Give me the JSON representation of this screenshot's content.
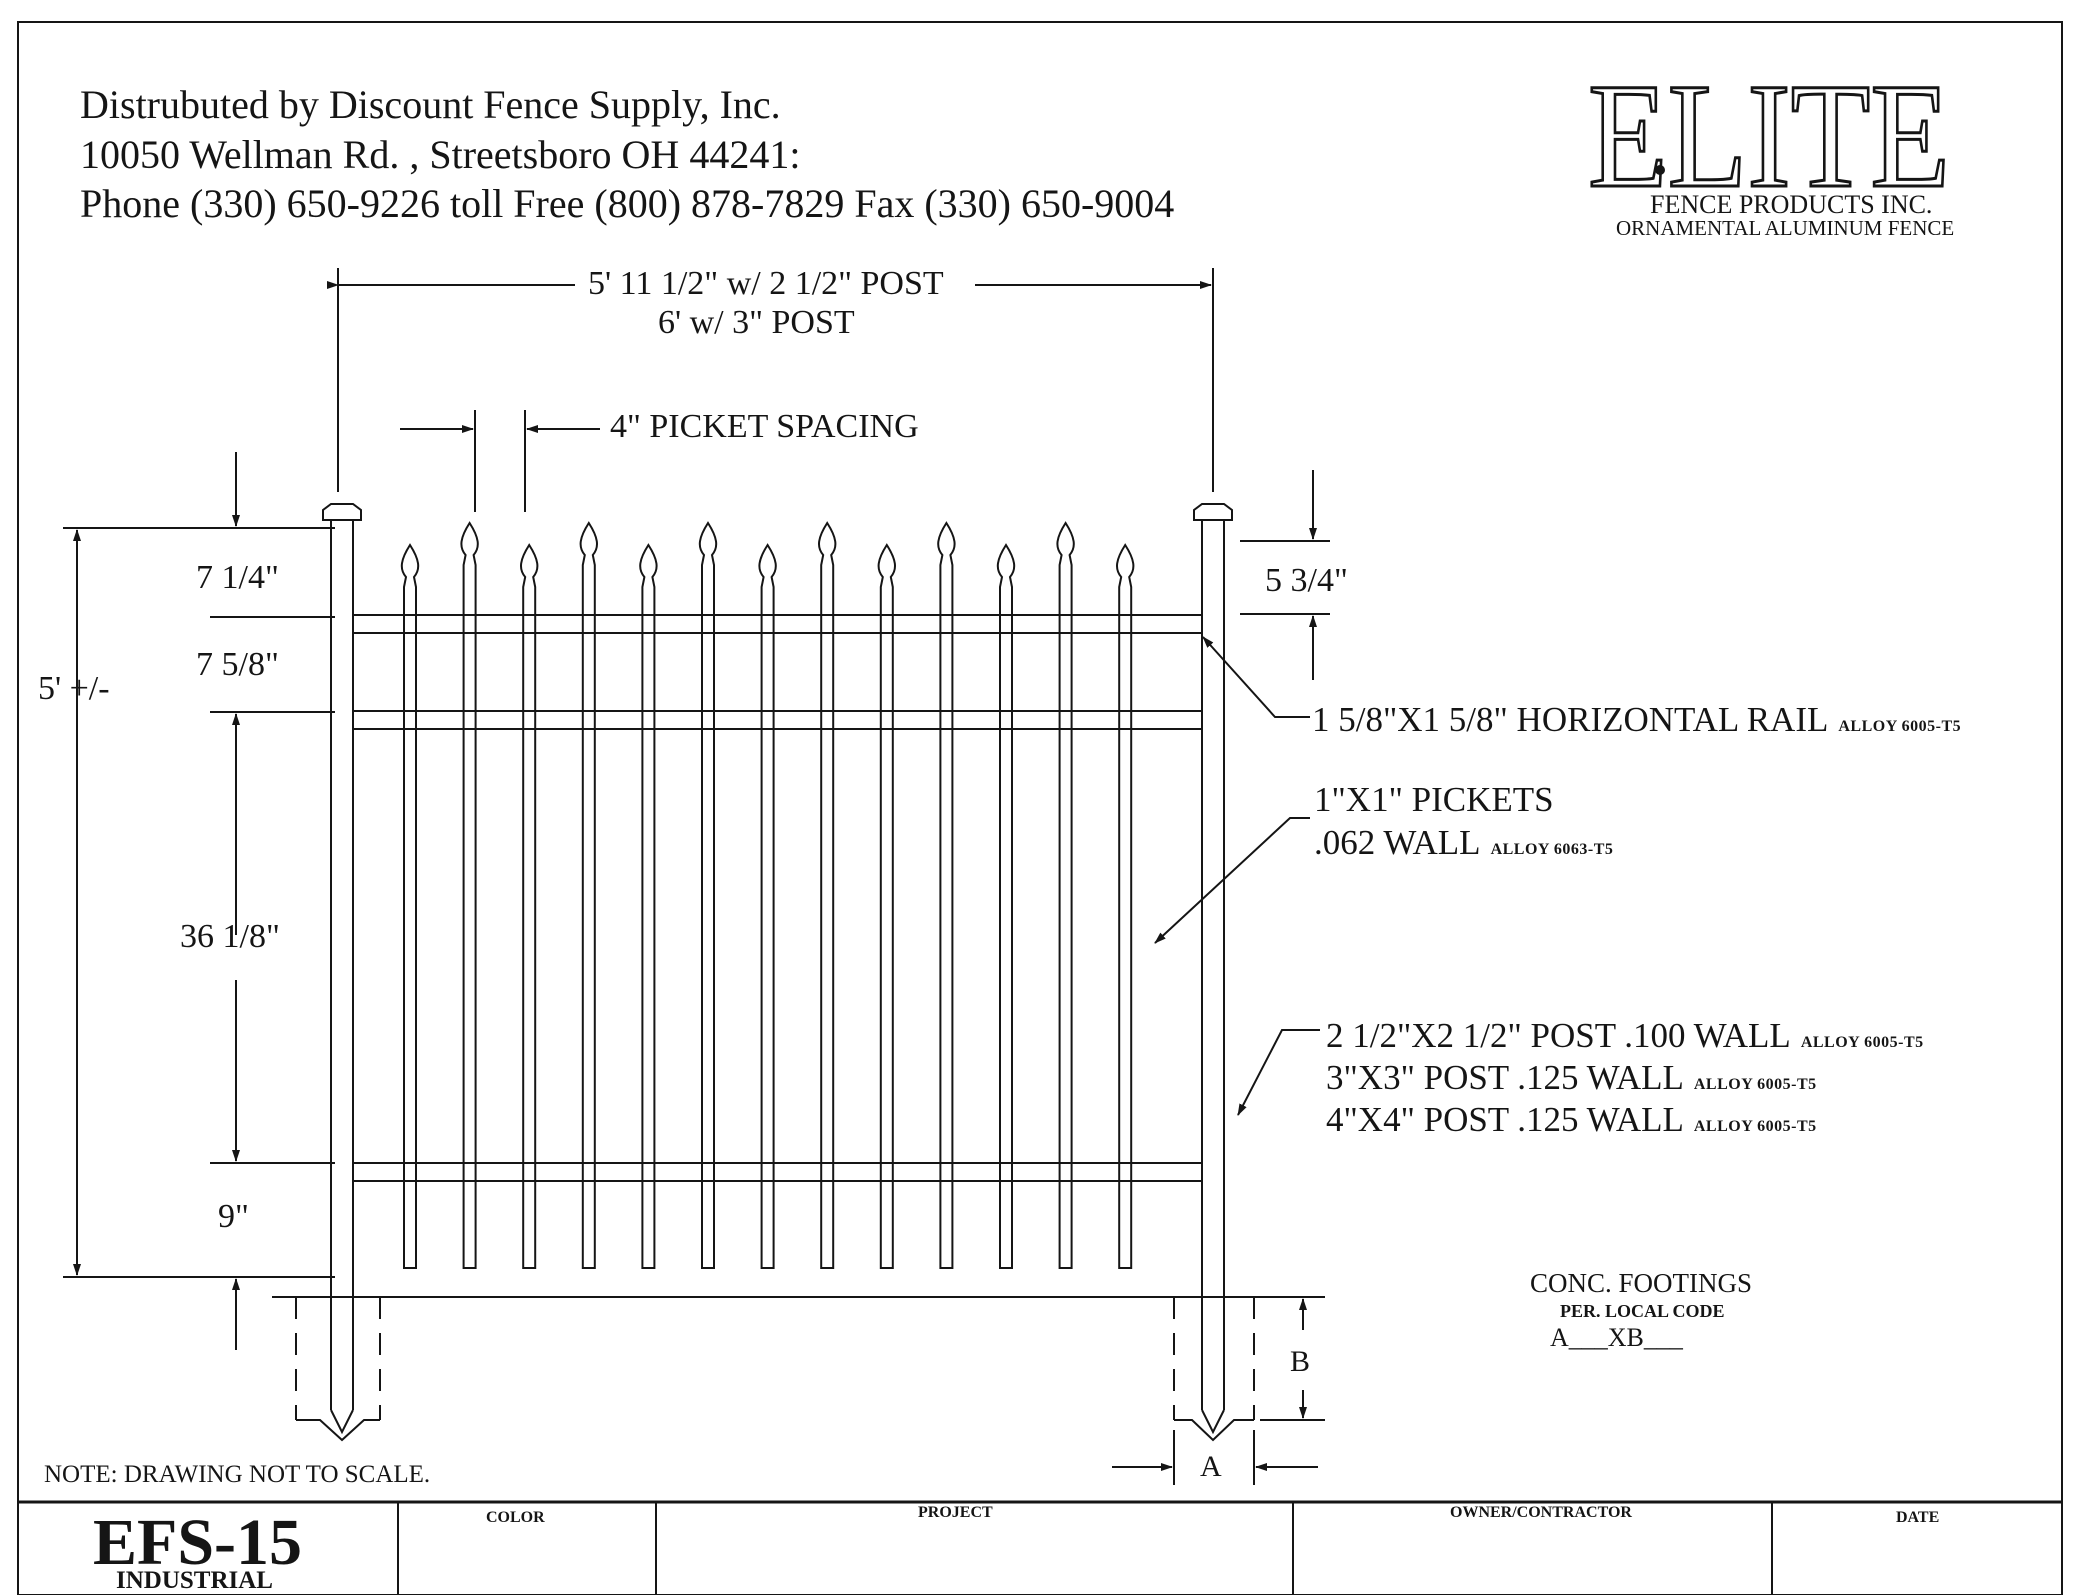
{
  "header": {
    "line1": "Distrubuted by Discount Fence Supply, Inc.",
    "line2": "10050 Wellman Rd. , Streetsboro OH 44241:",
    "line3": "Phone (330) 650-9226 toll Free (800) 878-7829 Fax (330) 650-9004"
  },
  "logo": {
    "wordmark": "ELITE",
    "company": "FENCE PRODUCTS INC.",
    "tagline": "ORNAMENTAL ALUMINUM FENCE"
  },
  "dimensions": {
    "section_width_a": "5' 11 1/2\" w/ 2 1/2\" POST",
    "section_width_b": "6' w/ 3\" POST",
    "picket_spacing": "4\" PICKET SPACING",
    "overall_height": "5' +/-",
    "top_spike": "7 1/4\"",
    "rail_gap": "7 5/8\"",
    "picket_middle": "36 1/8\"",
    "bottom_clearance": "9\"",
    "post_top": "5 3/4\""
  },
  "specs": {
    "rail": "1 5/8\"X1 5/8\" HORIZONTAL RAIL",
    "rail_alloy": "ALLOY 6005-T5",
    "pickets_line1": "1\"X1\" PICKETS",
    "pickets_line2": ".062 WALL",
    "pickets_alloy": "ALLOY 6063-T5",
    "post_line1": "2 1/2\"X2 1/2\" POST .100 WALL",
    "post_line2": "3\"X3\" POST .125 WALL",
    "post_line3": "4\"X4\" POST .125 WALL",
    "post_alloy": "ALLOY 6005-T5"
  },
  "footing": {
    "title": "CONC. FOOTINGS",
    "subtitle": "PER. LOCAL CODE",
    "formula": "A___XB___",
    "label_a": "A",
    "label_b": "B"
  },
  "note": "NOTE: DRAWING NOT TO SCALE.",
  "title_block": {
    "model": "EFS-15",
    "style": "INDUSTRIAL",
    "color_label": "COLOR",
    "project_label": "PROJECT",
    "owner_label": "OWNER/CONTRACTOR",
    "date_label": "DATE"
  }
}
